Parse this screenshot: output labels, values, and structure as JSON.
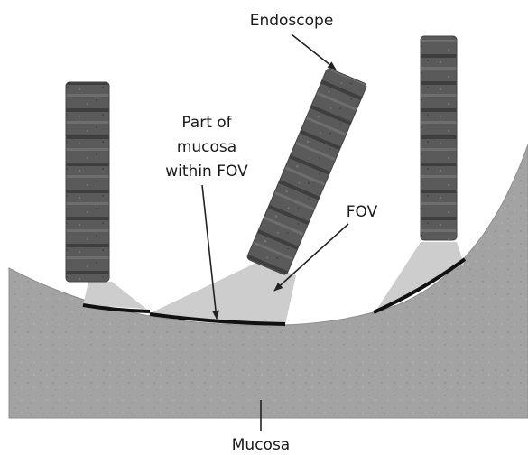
{
  "labels": {
    "endoscope": "Endoscope",
    "part_line1": "Part of",
    "part_line2": "mucosa",
    "part_line3": "within FOV",
    "fov": "FOV",
    "mucosa": "Mucosa"
  },
  "colors": {
    "mucosa_fill": "#a3a3a3",
    "mucosa_edge": "#8e8e8e",
    "endoscope_body": "#585858",
    "endoscope_ring": "#3f3f3f",
    "fov_cone": "#cdcdcd",
    "fov_highlight": "#111111",
    "arrow": "#222222"
  },
  "icons": {
    "endoscope": "endoscope-shaft",
    "arrow": "arrow-pointer"
  }
}
